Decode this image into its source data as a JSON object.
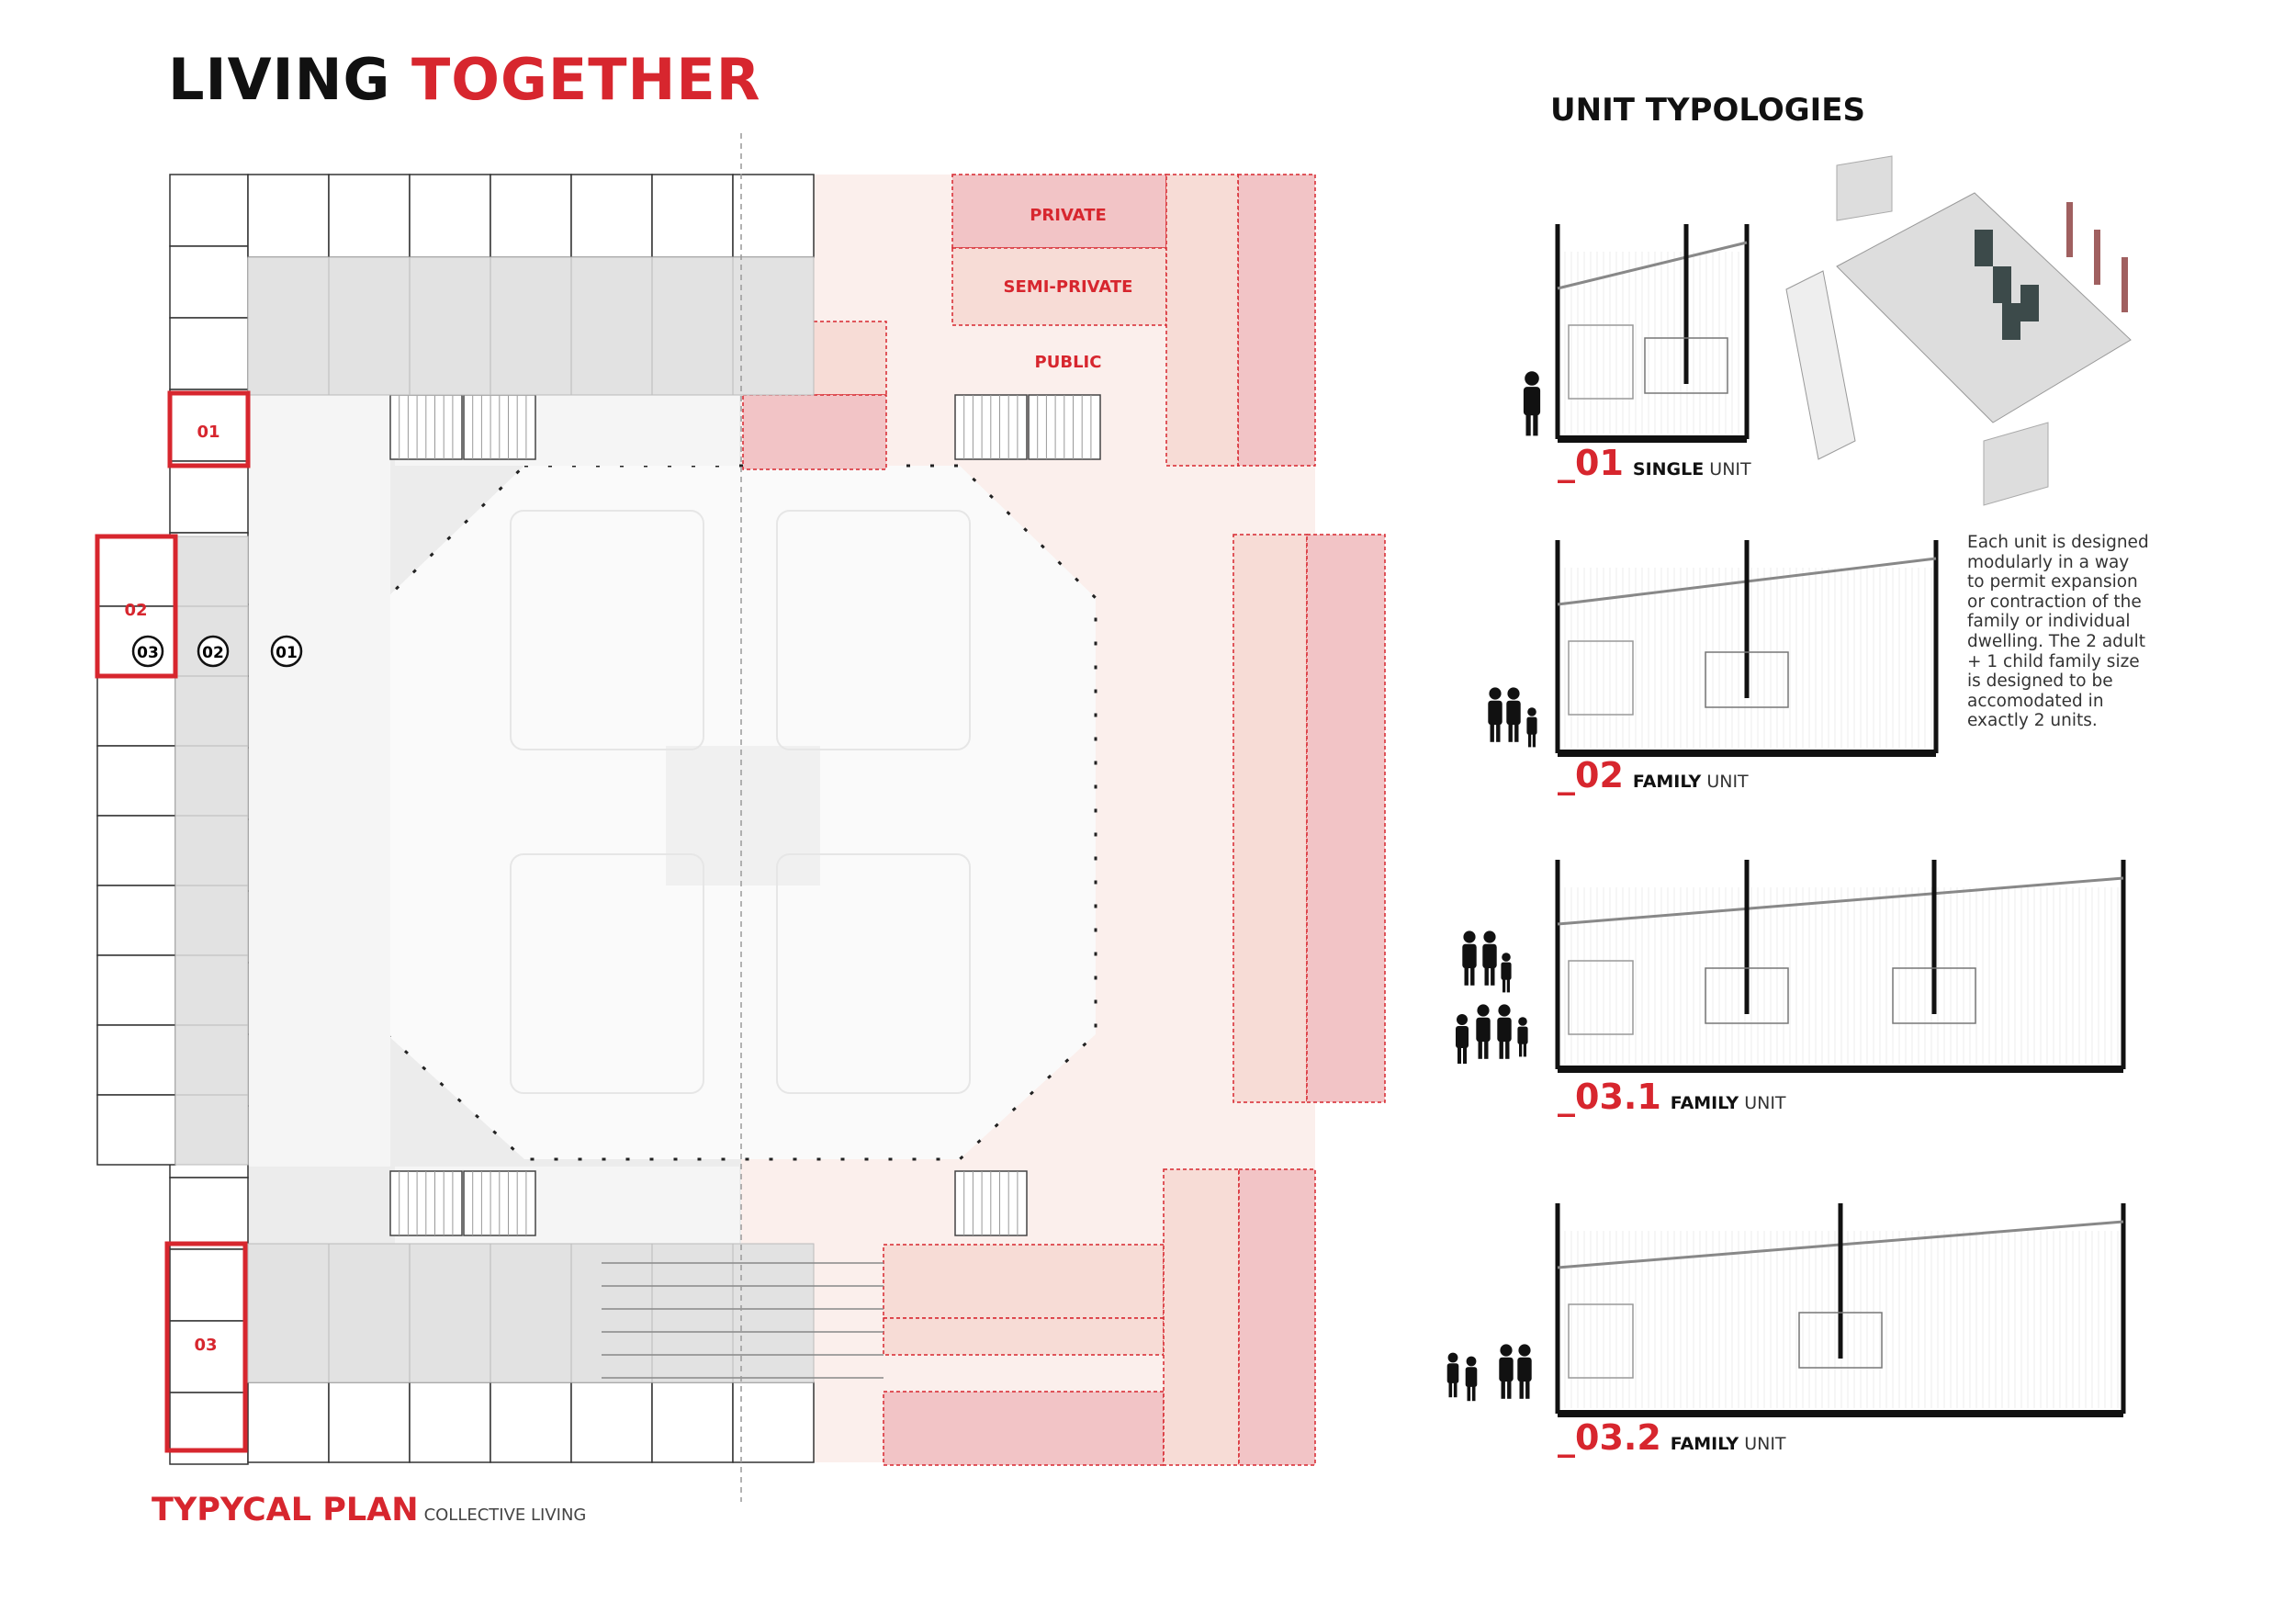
{
  "title": {
    "part1": "LIVING",
    "part2": "TOGETHER"
  },
  "typologies_title": "UNIT TYPOLOGIES",
  "plan": {
    "title": "TYPYCAL PLAN",
    "subtitle": "COLLECTIVE LIVING",
    "zones": [
      "PRIVATE",
      "SEMI-PRIVATE",
      "PUBLIC"
    ],
    "unit_markers": [
      "01",
      "02",
      "03"
    ],
    "ring_markers": [
      "03",
      "02",
      "01"
    ]
  },
  "units": [
    {
      "num": "_01",
      "type": "SINGLE",
      "suffix": "UNIT"
    },
    {
      "num": "_02",
      "type": "FAMILY",
      "suffix": "UNIT"
    },
    {
      "num": "_03.1",
      "type": "FAMILY",
      "suffix": "UNIT"
    },
    {
      "num": "_03.2",
      "type": "FAMILY",
      "suffix": "UNIT"
    }
  ],
  "description": "Each unit is designed modularly in a way to permit expansion or contraction of the family or individual dwelling. The 2 adult + 1 child family size is designed to be accomodated in exactly 2 units.",
  "colors": {
    "accent": "#d7262e",
    "private": "#f2c4c6",
    "semi": "#f7dcd6",
    "public": "#fbefec"
  }
}
